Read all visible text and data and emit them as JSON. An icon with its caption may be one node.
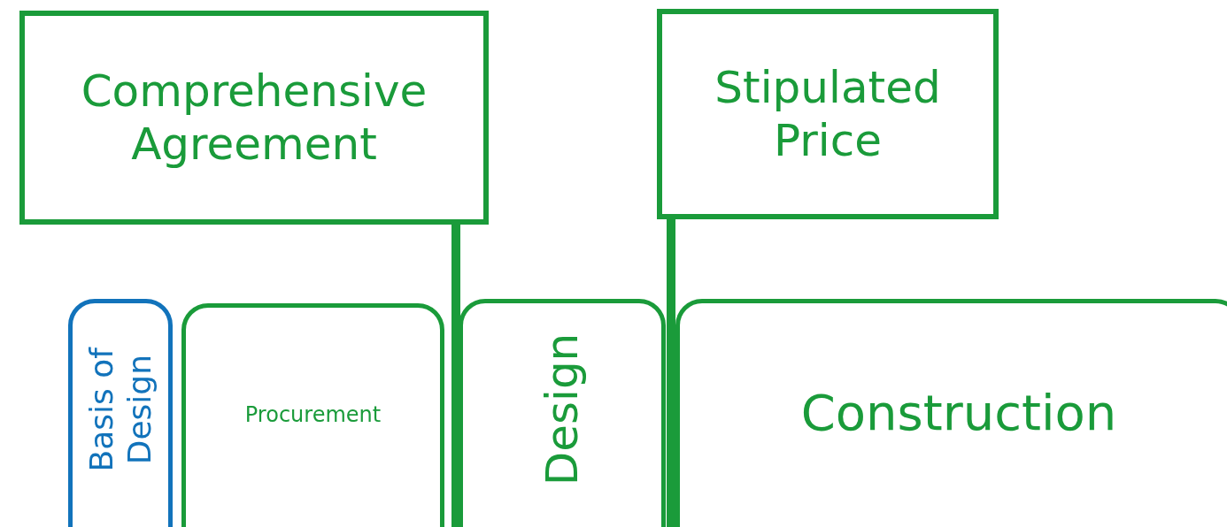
{
  "diagram": {
    "nodes": [
      {
        "text": [
          "Comprehensive Agreement"
        ]
      },
      {
        "text": [
          "Stipulated Price"
        ]
      },
      {
        "text": [
          "Basis of Design"
        ]
      },
      {
        "text": [
          "Procurement"
        ]
      },
      {
        "text": [
          "Design"
        ]
      },
      {
        "text": [
          "Construction"
        ]
      }
    ]
  }
}
